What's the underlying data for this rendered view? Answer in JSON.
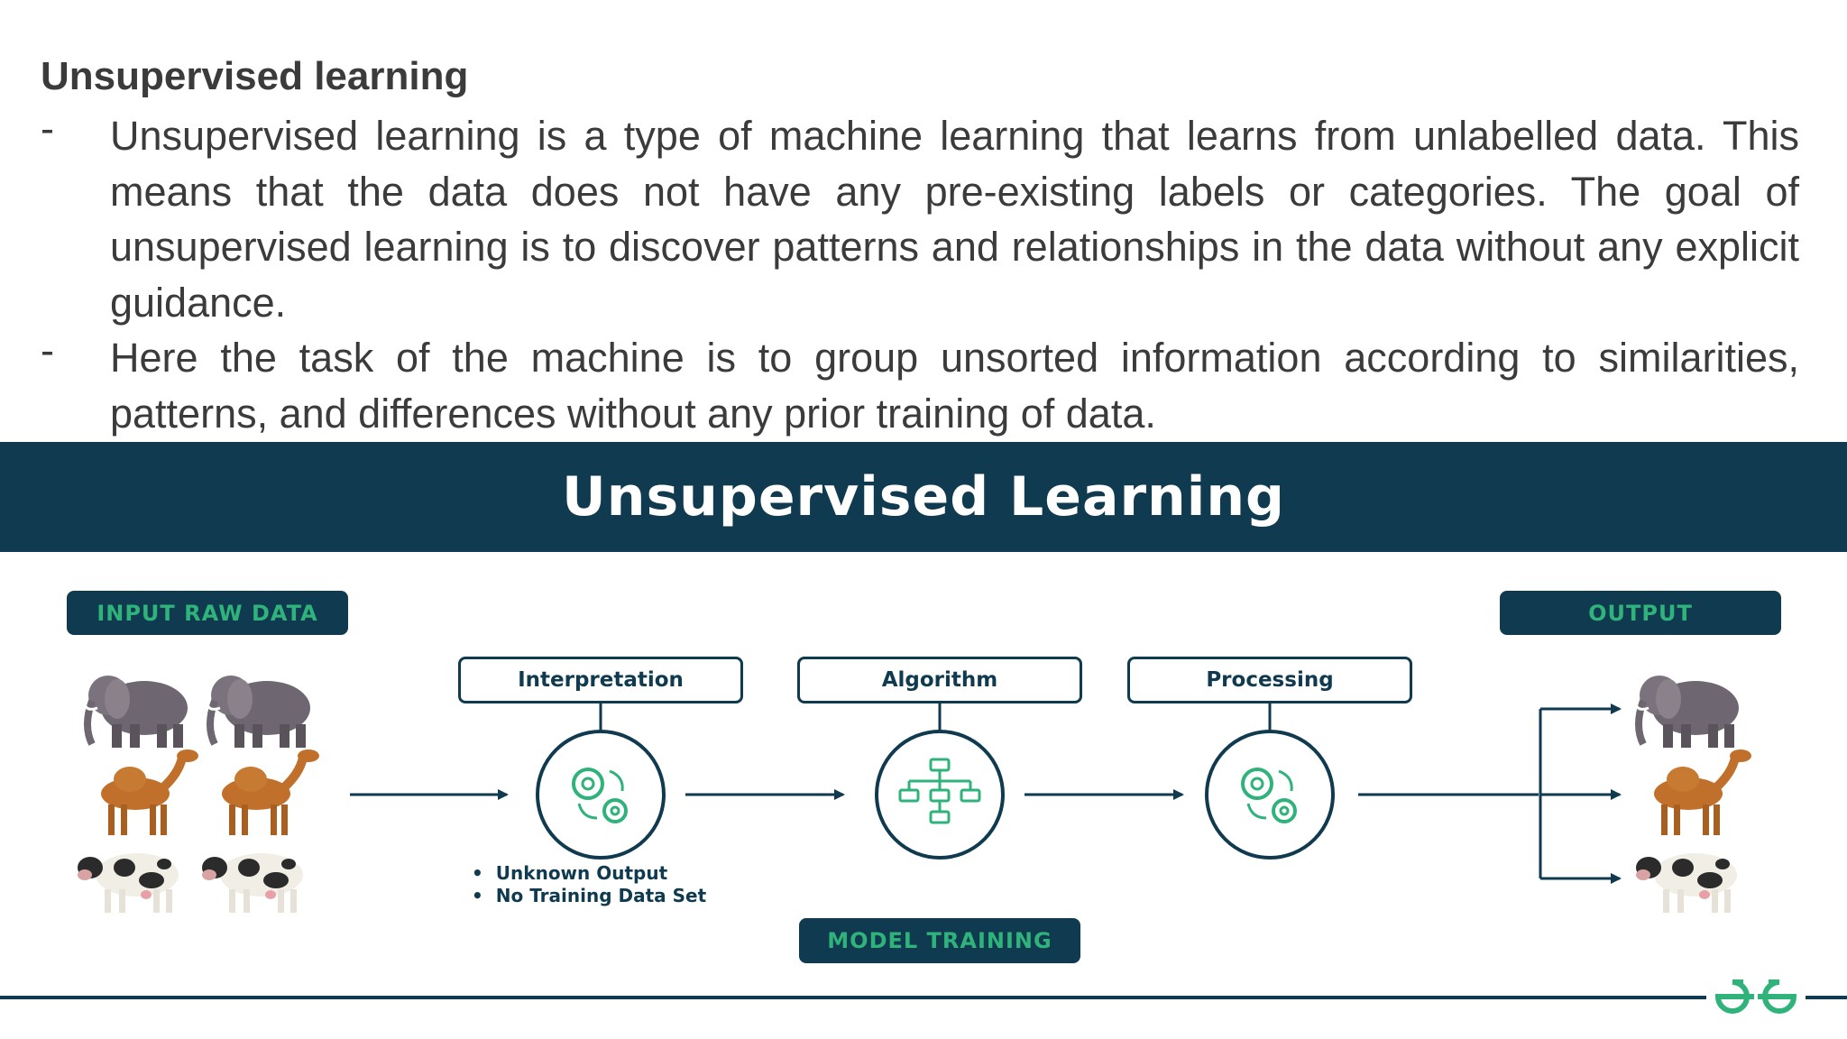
{
  "heading": "Unsupervised learning",
  "bullets": [
    {
      "marker": "-",
      "text": "Unsupervised learning is a type of machine learning that learns from unlabelled data. This means that the data does not have any pre-existing labels or categories. The goal of unsupervised learning is to discover patterns and relationships in the data without any explicit guidance."
    },
    {
      "marker": "-",
      "text": "Here the task of the machine is to group unsorted information according to similarities, patterns, and differences without any prior training of data."
    }
  ],
  "diagram": {
    "title": "Unsupervised Learning",
    "input_label": "INPUT RAW DATA",
    "output_label": "OUTPUT",
    "stages": [
      "Interpretation",
      "Algorithm",
      "Processing"
    ],
    "notes": [
      "Unknown Output",
      "No Training Data Set"
    ],
    "model_training_label": "MODEL TRAINING",
    "input_items": [
      "elephant-icon",
      "elephant-icon",
      "camel-icon",
      "camel-icon",
      "cow-icon",
      "cow-icon"
    ],
    "output_items": [
      "elephant-icon",
      "camel-icon",
      "cow-icon"
    ],
    "colors": {
      "navy": "#0f3a4f",
      "green": "#2fb37a",
      "text": "#3b3b3b"
    }
  }
}
